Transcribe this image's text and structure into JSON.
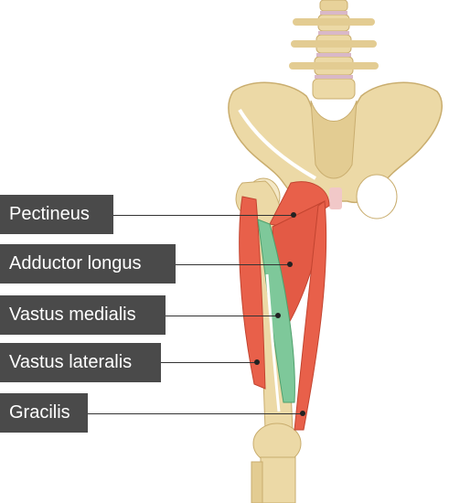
{
  "labels": [
    {
      "text": "Pectineus",
      "highlighted": false
    },
    {
      "text": "Adductor longus",
      "highlighted": false
    },
    {
      "text": "Vastus medialis",
      "highlighted": true
    },
    {
      "text": "Vastus lateralis",
      "highlighted": false
    },
    {
      "text": "Gracilis",
      "highlighted": false
    }
  ],
  "colors": {
    "label_background": "#4a4a4a",
    "label_text": "#ffffff",
    "bone": "#ecd9a6",
    "muscle": "#e8604a",
    "highlighted_muscle": "#7ec89a"
  }
}
